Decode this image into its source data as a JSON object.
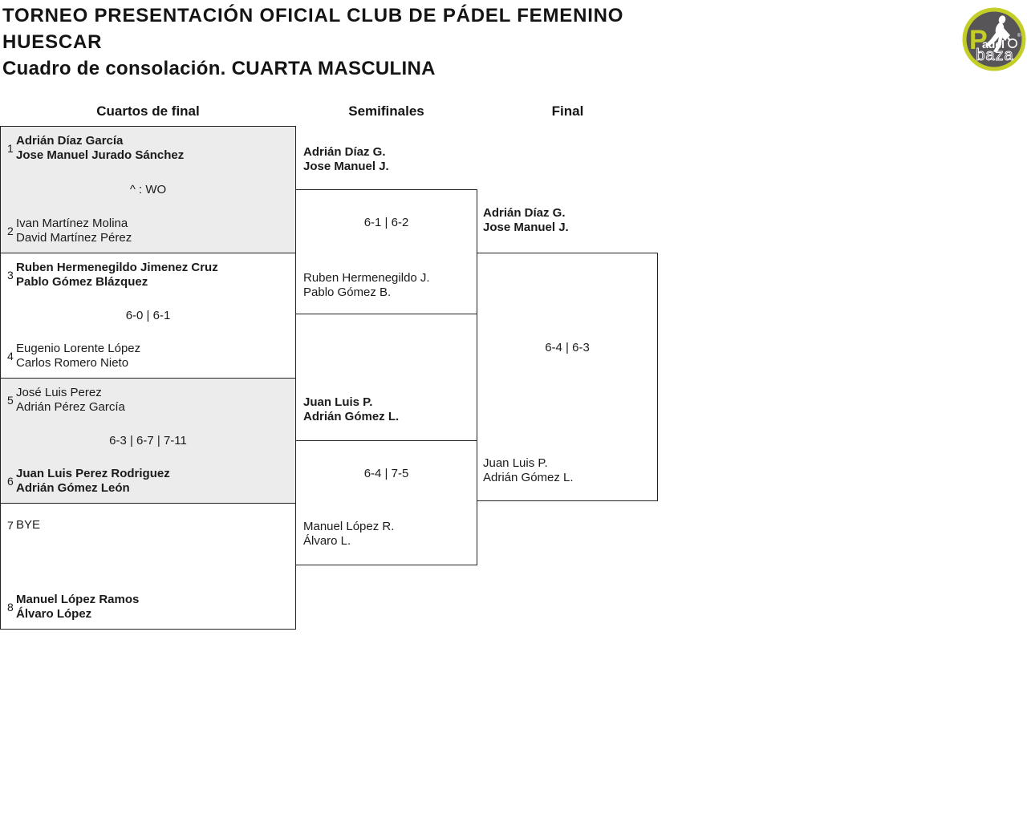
{
  "header": {
    "title_line1": "TORNEO PRESENTACIÓN OFICIAL CLUB DE PÁDEL FEMENINO",
    "title_line2": "HUESCAR",
    "subtitle": "Cuadro de consolación. CUARTA MASCULINA"
  },
  "logo": {
    "brand_p": "P",
    "brand_adel": "adel",
    "brand_bottom": "baza",
    "registered": "®",
    "ring_color": "#c3cf28",
    "inner_color": "#585559"
  },
  "rounds": {
    "quarterfinals": "Cuartos de final",
    "semifinals": "Semifinales",
    "final": "Final"
  },
  "quarterfinals": [
    {
      "seed_top": "1",
      "top_line1": "Adrián Díaz García",
      "top_line2": "Jose Manuel Jurado Sánchez",
      "score": "^ : WO",
      "seed_bottom": "2",
      "bottom_line1": "Ivan Martínez Molina",
      "bottom_line2": "David Martínez Pérez"
    },
    {
      "seed_top": "3",
      "top_line1": "Ruben Hermenegildo Jimenez Cruz",
      "top_line2": "Pablo Gómez Blázquez",
      "score": "6-0 | 6-1",
      "seed_bottom": "4",
      "bottom_line1": "Eugenio Lorente López",
      "bottom_line2": "Carlos Romero Nieto"
    },
    {
      "seed_top": "5",
      "top_line1": "José Luis Perez",
      "top_line2": "Adrián Pérez García",
      "score": "6-3 | 6-7 | 7-11",
      "seed_bottom": "6",
      "bottom_line1": "Juan Luis Perez Rodriguez",
      "bottom_line2": "Adrián Gómez León"
    },
    {
      "seed_top": "7",
      "top_line1": "BYE",
      "top_line2": "",
      "score": "",
      "seed_bottom": "8",
      "bottom_line1": "Manuel López Ramos",
      "bottom_line2": "Álvaro López"
    }
  ],
  "semifinals": [
    {
      "top_line1": "Adrián Díaz G.",
      "top_line2": "Jose Manuel J.",
      "score": "6-1 | 6-2",
      "bottom_line1": "Ruben Hermenegildo J.",
      "bottom_line2": "Pablo Gómez B."
    },
    {
      "top_line1": "Juan Luis P.",
      "top_line2": "Adrián Gómez L.",
      "score": "6-4 | 7-5",
      "bottom_line1": "Manuel López R.",
      "bottom_line2": "Álvaro L."
    }
  ],
  "final": {
    "top_line1": "Adrián Díaz G.",
    "top_line2": "Jose Manuel J.",
    "score": "6-4 | 6-3",
    "bottom_line1": "Juan Luis P.",
    "bottom_line2": "Adrián Gómez L."
  },
  "colors": {
    "shaded_box": "#ececec",
    "border": "#222222",
    "text": "#1b1b1b"
  }
}
